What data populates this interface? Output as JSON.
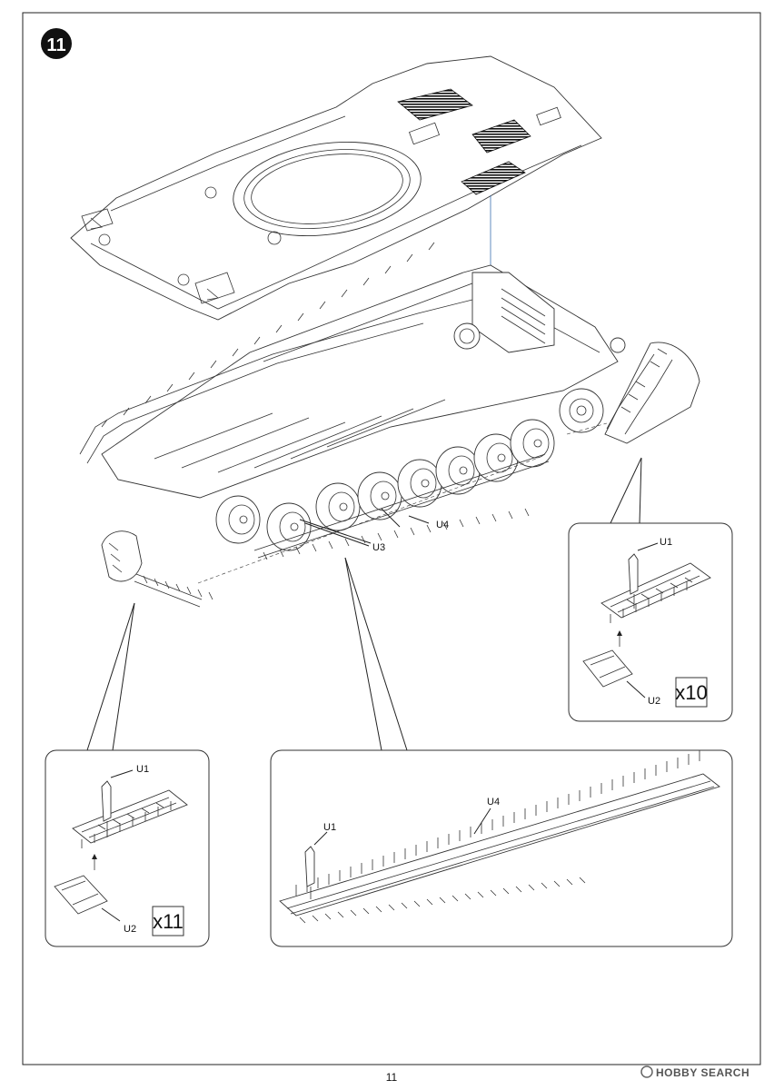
{
  "step": {
    "number": "11"
  },
  "page_number": "11",
  "watermark": "HOBBY SEARCH",
  "colors": {
    "ink": "#1a1a1a",
    "paper": "#ffffff",
    "guide": "#3a6fb0"
  },
  "main_assembly": {
    "labels": {
      "u3": "U3",
      "u4": "U4"
    }
  },
  "detail_left": {
    "labels": {
      "u1": "U1",
      "u2": "U2"
    },
    "multiplier": "x11"
  },
  "detail_right": {
    "labels": {
      "u1": "U1",
      "u2": "U2"
    },
    "multiplier": "x10"
  },
  "detail_center": {
    "labels": {
      "u1": "U1",
      "u4": "U4"
    }
  }
}
